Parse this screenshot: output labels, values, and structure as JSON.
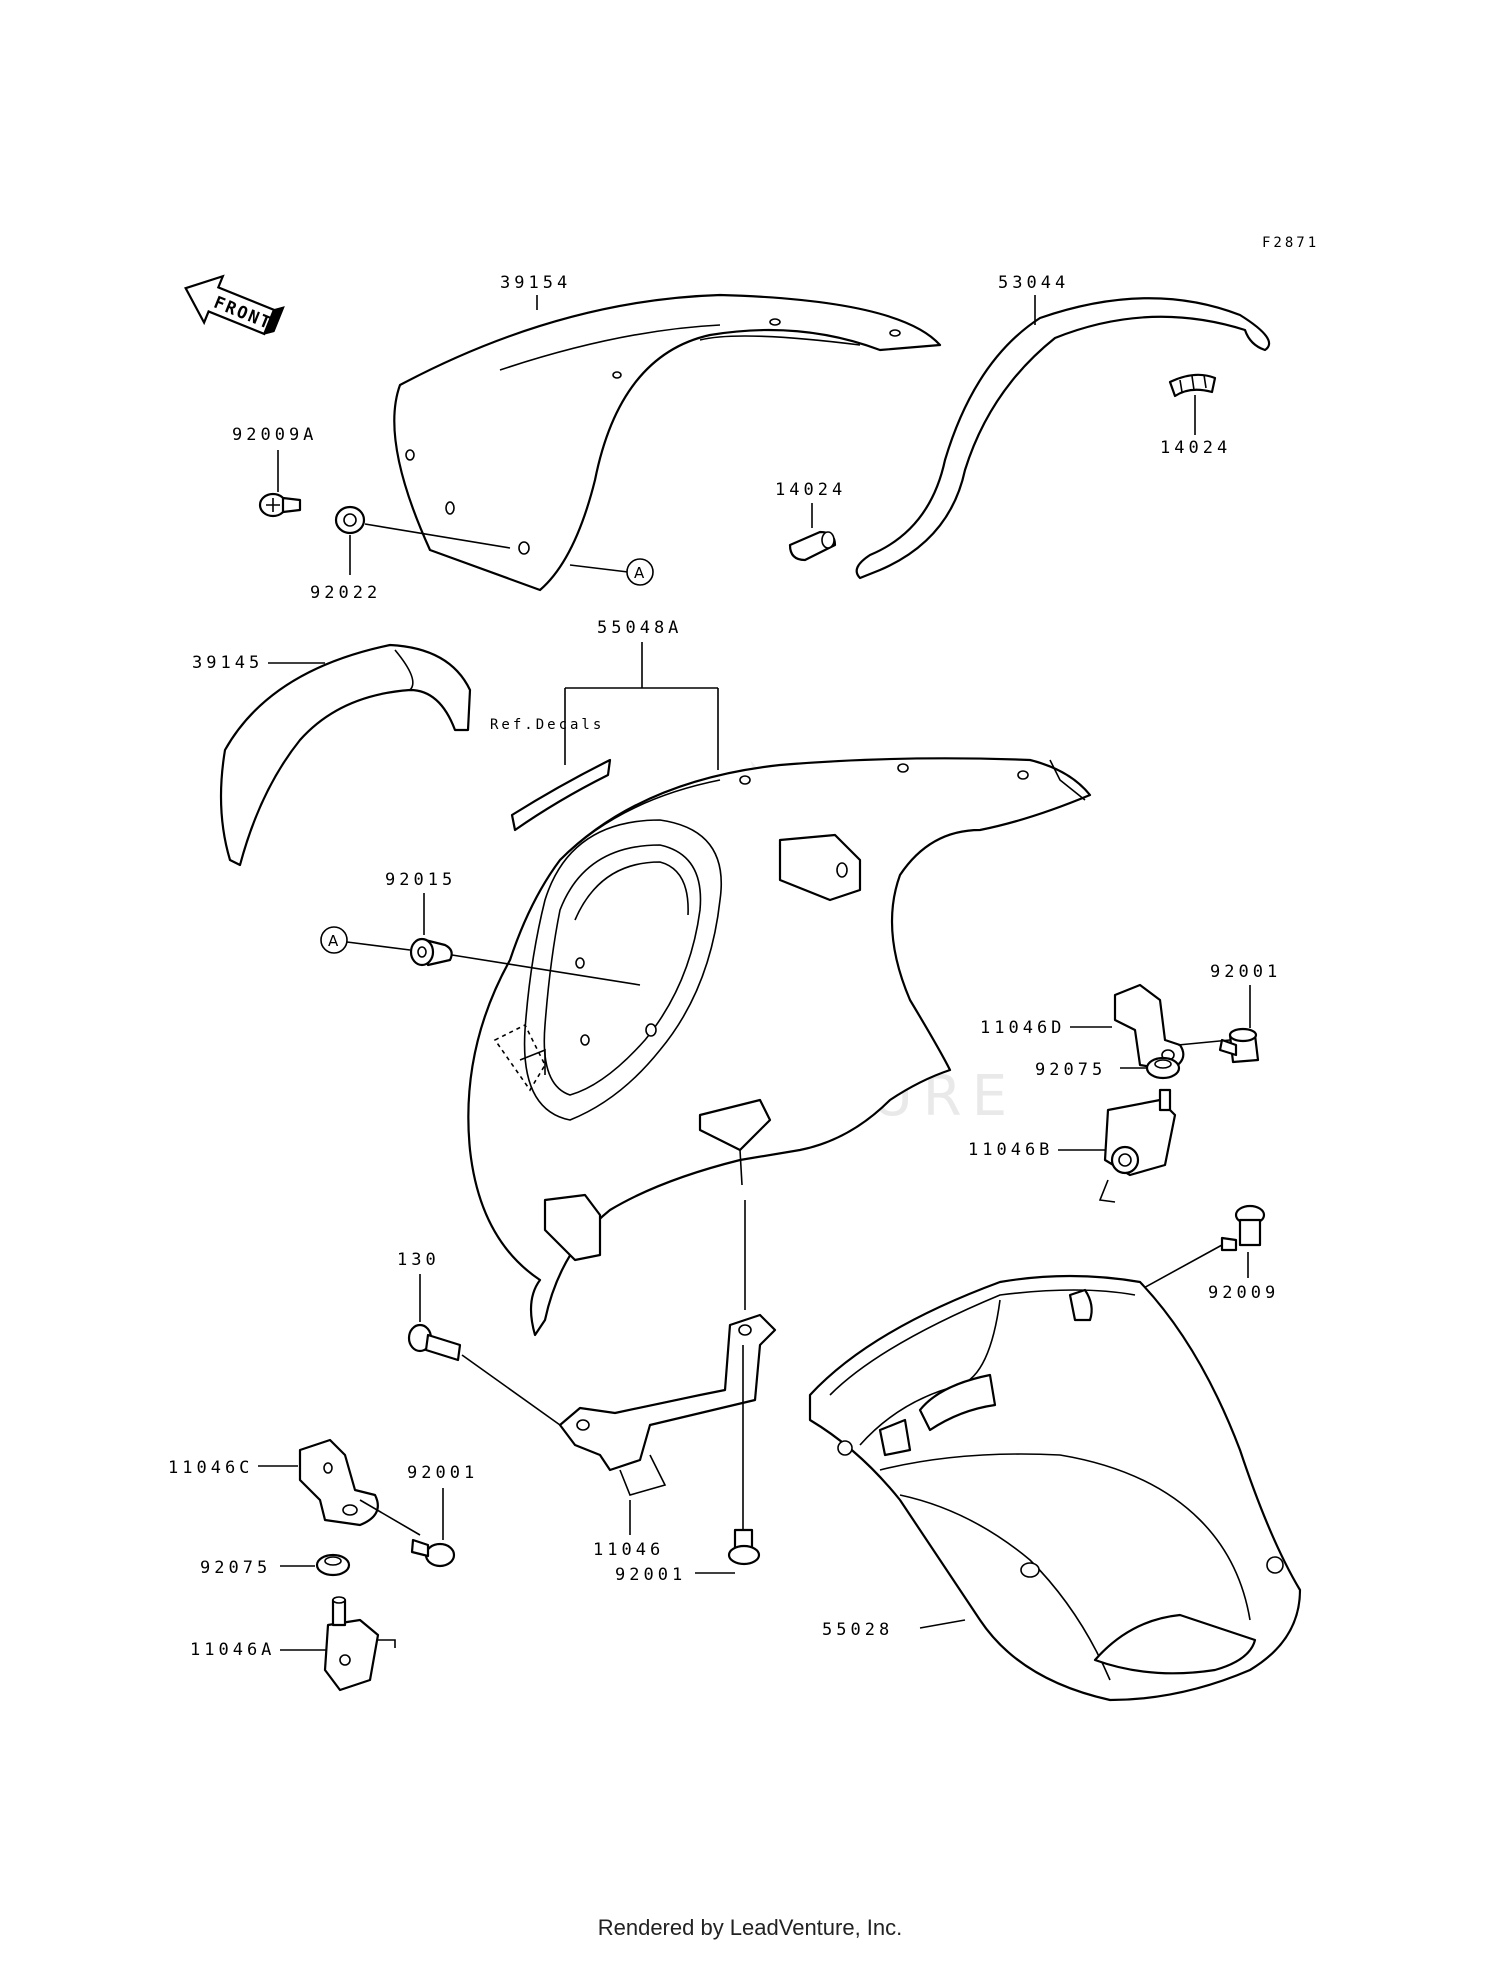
{
  "diagram_id": "F2871",
  "front_label": "FRONT",
  "callout_letter": "A",
  "watermark": "LEADVENTURE",
  "ref_decals": "Ref.Decals",
  "parts": {
    "p39154": "39154",
    "p53044": "53044",
    "p92009A": "92009A",
    "p92022": "92022",
    "p14024_left": "14024",
    "p14024_right": "14024",
    "p39145": "39145",
    "p55048A": "55048A",
    "p92015": "92015",
    "p11046D": "11046D",
    "p92001_right": "92001",
    "p92075_right": "92075",
    "p11046B": "11046B",
    "p92009": "92009",
    "p130": "130",
    "p11046C": "11046C",
    "p92001_left": "92001",
    "p92075_left": "92075",
    "p11046A": "11046A",
    "p11046": "11046",
    "p92001_bottom": "92001",
    "p55028": "55028"
  },
  "footer": "Rendered by LeadVenture, Inc."
}
